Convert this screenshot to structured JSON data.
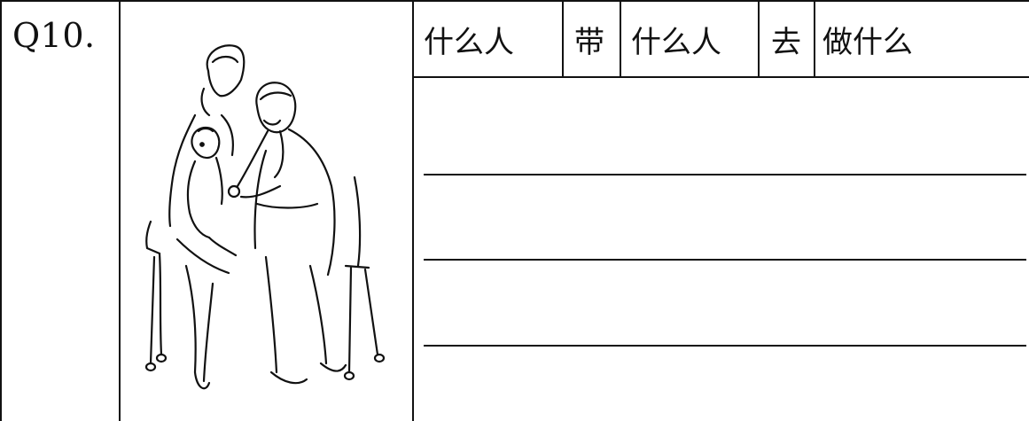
{
  "question": {
    "number": "Q10."
  },
  "header": {
    "col1": "什么人",
    "col2": "带",
    "col3": "什么人",
    "col4": "去",
    "col5": "做什么"
  },
  "illustration": {
    "icon": "doctor-exam-illustration"
  }
}
